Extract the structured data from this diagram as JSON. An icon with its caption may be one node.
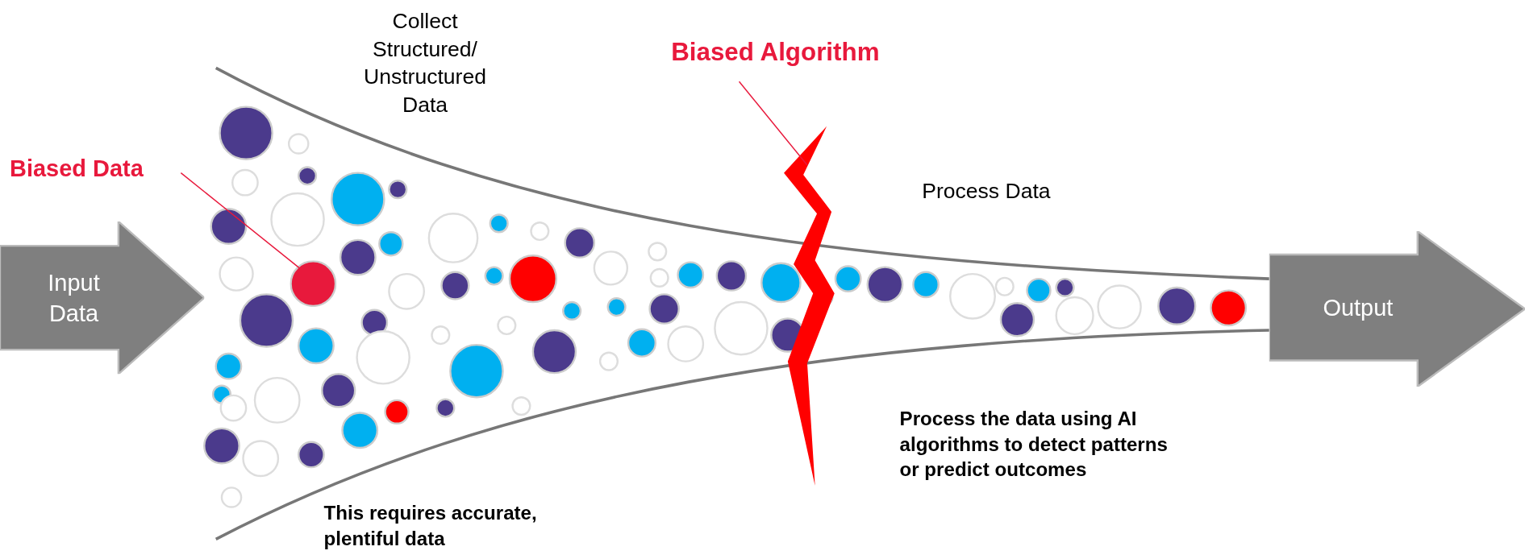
{
  "diagram": {
    "nodes": [
      {
        "text": [
          "Input Data"
        ]
      },
      {
        "text": [
          "Biased Data"
        ]
      },
      {
        "text": [],
        "shape": "circle"
      },
      {
        "text": [
          "Biased Algorithm"
        ]
      },
      {
        "text": [],
        "shape": "picture"
      },
      {
        "text": [
          "Output"
        ]
      }
    ],
    "edges": [
      {
        "from": 1,
        "to": 2,
        "arrow": "none"
      },
      {
        "from": 3,
        "to": 4,
        "arrow": "none"
      }
    ],
    "labels": [
      "Collect Structured/ Unstructured Data",
      "Process Data",
      "Process the data using AI algorithms to detect patterns or predict outcomes",
      "This requires accurate, plentiful data"
    ]
  }
}
